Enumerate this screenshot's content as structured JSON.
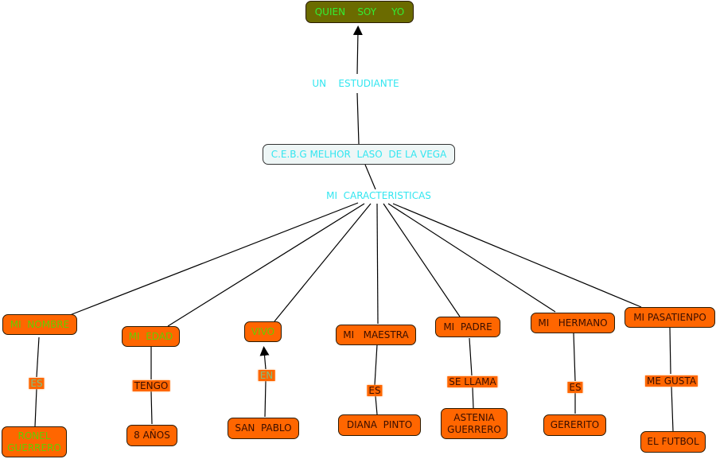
{
  "root": {
    "text": "QUIEN    SOY     YO"
  },
  "link_root": {
    "text": "UN    ESTUDIANTE"
  },
  "school": {
    "text": "C.E.B.G MELHOR  LASO  DE LA VEGA"
  },
  "link_school": {
    "text": "MI  CARACTERISTICAS"
  },
  "branches": [
    {
      "concept": "MI  NOMBRE",
      "link": "ES",
      "leaf": "RONEL\nGUERRERO"
    },
    {
      "concept": "MI  EDAD",
      "link": "TENGO",
      "leaf": "8 AÑOS"
    },
    {
      "concept": "VIVO",
      "link": "EN",
      "leaf": "SAN  PABLO"
    },
    {
      "concept": "MI   MAESTRA",
      "link": "ES",
      "leaf": "DIANA  PINTO"
    },
    {
      "concept": "MI  PADRE",
      "link": "SE LLAMA",
      "leaf": "ASTENIA\nGUERRERO"
    },
    {
      "concept": "MI   HERMANO",
      "link": "ES",
      "leaf": "GERERITO"
    },
    {
      "concept": "MI PASATIENPO",
      "link": "ME GUSTA",
      "leaf": "EL FUTBOL"
    }
  ],
  "colors": {
    "node_fill": "#ff6600",
    "root_fill": "#6b6b00",
    "accent_cyan": "#33e6f0",
    "accent_green": "#66cc00"
  }
}
